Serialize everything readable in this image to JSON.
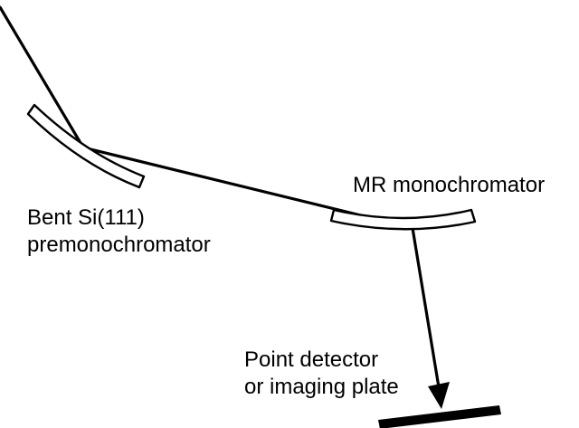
{
  "labels": {
    "premonochromator_line1": "Bent Si(111)",
    "premonochromator_line2": "premonochromator",
    "mr_monochromator": "MR monochromator",
    "detector_line1": "Point detector",
    "detector_line2": "or imaging plate"
  },
  "colors": {
    "background": "#ffffff",
    "ink": "#000000",
    "crystal_fill": "#ffffff"
  }
}
